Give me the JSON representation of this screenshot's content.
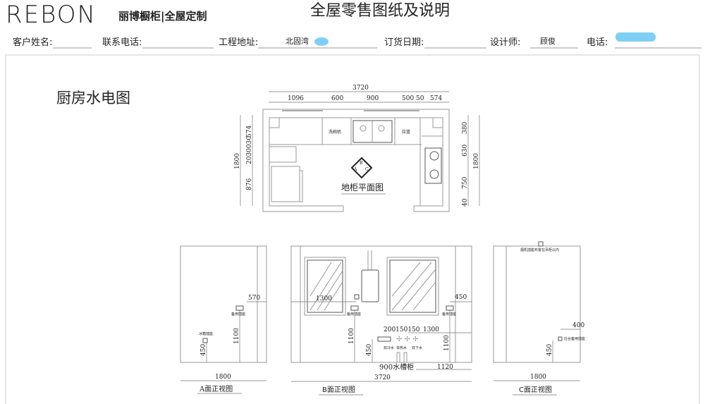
{
  "header": {
    "logo": "REBON",
    "brand_tagline": "丽博橱柜|全屋定制",
    "title": "全屋零售图纸及说明"
  },
  "info": {
    "customer_name_label": "客户姓名:",
    "customer_name": "",
    "contact_phone_label": "联系电话:",
    "contact_phone": "",
    "address_label": "工程地址:",
    "address": "北固湾",
    "order_date_label": "订货日期:",
    "order_date": "",
    "designer_label": "设计师:",
    "designer": "顾俊",
    "phone_label": "电话:"
  },
  "drawing": {
    "section_title": "厨房水电图",
    "plan": {
      "caption": "地柜平面图",
      "top_total": "3720",
      "top_dims": [
        "1096",
        "600",
        "900",
        "500",
        "50",
        "574"
      ],
      "left_total": "1800",
      "left_dims": [
        "574",
        "2030030",
        "876"
      ],
      "right_dims": [
        "380",
        "630",
        "750",
        "40"
      ],
      "right_total": "1800",
      "labels": {
        "dishwasher": "洗碗机",
        "basket": "拉篮"
      },
      "compass": [
        "A",
        "B",
        "C"
      ]
    },
    "elevation_a": {
      "caption": "A面正视图",
      "width": "1800",
      "dim_570": "570",
      "dim_1100": "1100",
      "dim_450": "450",
      "socket_spare": "备用插座",
      "socket_fridge": "冰箱插座"
    },
    "elevation_b": {
      "caption": "B面正视图",
      "width": "3720",
      "dim_1300_left": "1300",
      "dim_450": "450",
      "dim_1100_left": "1100",
      "dim_1100_right": "1100",
      "dim_450_low": "450",
      "dim_small": "200150150",
      "dim_1300_right": "1300",
      "sink_cabinet": "900水槽柜",
      "dim_1120": "1120",
      "socket_spare_left": "备用插座",
      "socket_spare_right": "备用插座",
      "cold_water": "双冷水",
      "hot_water": "单热水",
      "drain": "双下水"
    },
    "elevation_c": {
      "caption": "C面正视图",
      "width": "1800",
      "hood_note": "烟机插座布置在吊柜以内",
      "dim_400": "400",
      "dim_450": "450",
      "socket_counter": "灶台备用插座"
    }
  }
}
